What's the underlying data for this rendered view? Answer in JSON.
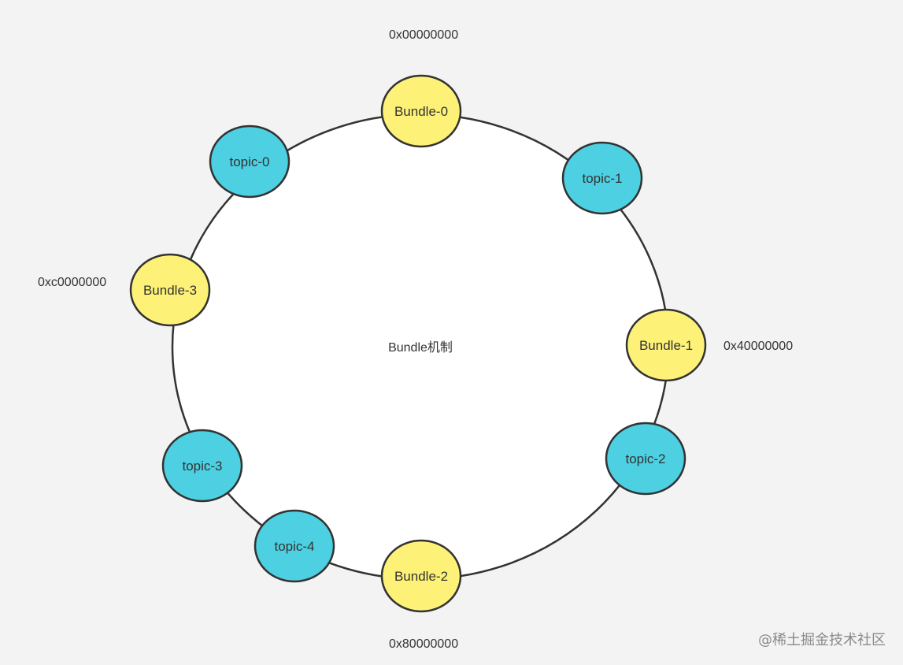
{
  "center_label": "Bundle机制",
  "colors": {
    "bundle_fill": "#fdf277",
    "topic_fill": "#4dd0e1",
    "ring_stroke": "#333333",
    "ring_fill": "#ffffff",
    "background": "#f3f3f3"
  },
  "bundles": [
    {
      "label": "Bundle-0",
      "hash": "0x00000000"
    },
    {
      "label": "Bundle-1",
      "hash": "0x40000000"
    },
    {
      "label": "Bundle-2",
      "hash": "0x80000000"
    },
    {
      "label": "Bundle-3",
      "hash": "0xc0000000"
    }
  ],
  "topics": [
    {
      "label": "topic-0"
    },
    {
      "label": "topic-1"
    },
    {
      "label": "topic-2"
    },
    {
      "label": "topic-3"
    },
    {
      "label": "topic-4"
    }
  ],
  "watermark": "@稀土掘金技术社区"
}
